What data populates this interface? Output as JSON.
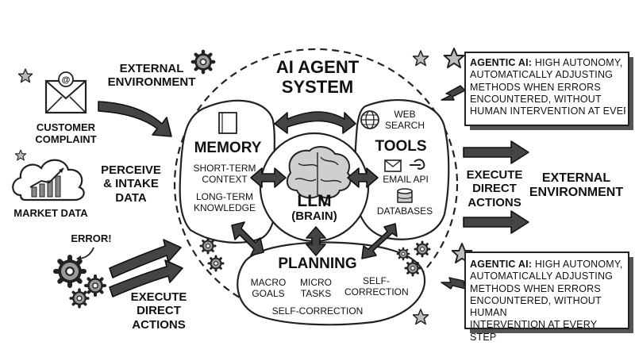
{
  "title": {
    "line1": "AI AGENT",
    "line2": "SYSTEM"
  },
  "left": {
    "external_env_line1": "EXTERNAL",
    "external_env_line2": "ENVIRONMENT",
    "customer_complaint_line1": "CUSTOMER",
    "customer_complaint_line2": "COMPLAINT",
    "market_data": "MARKET DATA",
    "perceive_line1": "PERCEIVE",
    "perceive_line2": "& INTAKE",
    "perceive_line3": "DATA",
    "error": "ERROR!",
    "execute_line1": "EXECUTE",
    "execute_line2": "DIRECT",
    "execute_line3": "ACTIONS"
  },
  "memory": {
    "title": "MEMORY",
    "short_line1": "SHORT-TERM",
    "short_line2": "CONTEXT",
    "long_line1": "LONG-TERM",
    "long_line2": "KNOWLEDGE"
  },
  "llm": {
    "title": "LLM",
    "subtitle": "(BRAIN)"
  },
  "tools": {
    "title": "TOOLS",
    "web_line1": "WEB",
    "web_line2": "SEARCH",
    "email": "EMAIL API",
    "databases": "DATABASES"
  },
  "planning": {
    "title": "PLANNING",
    "macro_line1": "MACRO",
    "macro_line2": "GOALS",
    "micro_line1": "MICRO",
    "micro_line2": "TASKS",
    "self_line1": "SELF-",
    "self_line2": "CORRECTION",
    "bottom": "SELF-CORRECTION"
  },
  "right": {
    "execute_line1": "EXECUTE",
    "execute_line2": "DIRECT",
    "execute_line3": "ACTIONS",
    "external_env_line1": "EXTERNAL",
    "external_env_line2": "ENVIRONMENT"
  },
  "note_top": {
    "label": "AGENTIC AI:",
    "line1_rest": "HIGH AUTONOMY,",
    "line2": "AUTOMATICALLY ADJUSTING",
    "line3": "METHODS WHEN ERRORS",
    "line4": "ENCOUNTERED, WITHOUT",
    "line5": "HUMAN INTERVENTION AT EVERY"
  },
  "note_bottom": {
    "label": "AGENTIC AI:",
    "line1_rest": "HIGH AUTONOMY,",
    "line2": "AUTOMATICALLY ADJUSTING",
    "line3": "METHODS WHEN ERRORS",
    "line4": "ENCOUNTERED, WITHOUT HUMAN",
    "line5": "INTERVENTION AT EVERY STEP"
  },
  "icons": [
    "envelope-icon",
    "cloud-chart-icon",
    "gear-icon",
    "star-icon",
    "brain-icon",
    "globe-icon",
    "envelope-small-icon",
    "wrench-icon",
    "database-icon",
    "notebook-icon"
  ]
}
